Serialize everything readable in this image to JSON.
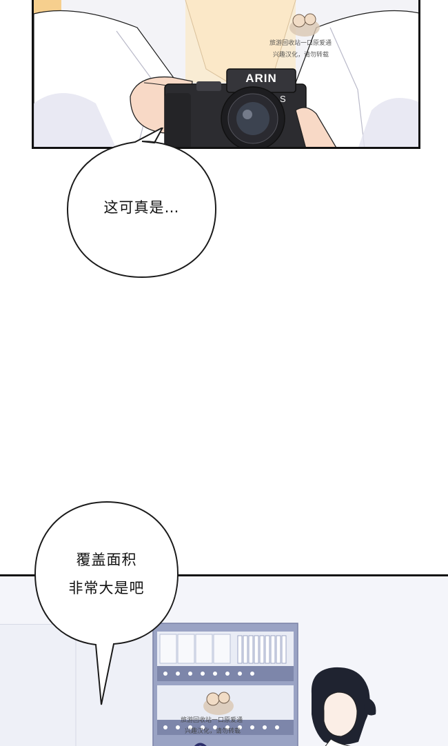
{
  "panels": {
    "top": {
      "camera_brand": "ARIN",
      "camera_model_badge": "S",
      "watermark": {
        "line1": "旅游回收站一口原爱通",
        "line2": "兴趣汉化，请勿转载"
      }
    },
    "bottom": {
      "watermark": {
        "line1": "旅游回收站一口原爱通",
        "line2": "兴趣汉化，请勿转载"
      }
    }
  },
  "bubbles": [
    {
      "text": "这可真是…"
    },
    {
      "lines": [
        "覆盖面积",
        "非常大是吧"
      ]
    }
  ]
}
